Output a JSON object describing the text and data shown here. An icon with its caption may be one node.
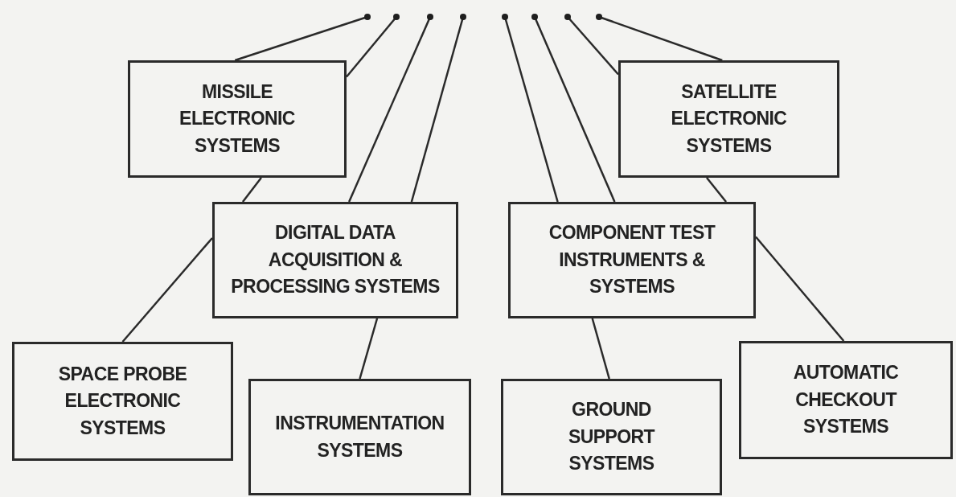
{
  "diagram": {
    "nodes": [
      {
        "text": [],
        "shape": "circle"
      },
      {
        "text": [],
        "shape": "circle"
      },
      {
        "text": [],
        "shape": "circle"
      },
      {
        "text": [],
        "shape": "circle"
      },
      {
        "text": [],
        "shape": "circle"
      },
      {
        "text": [],
        "shape": "circle"
      },
      {
        "text": [],
        "shape": "circle"
      },
      {
        "text": [],
        "shape": "circle"
      },
      {
        "text": [
          "MISSILE ELECTRONIC SYSTEMS"
        ]
      },
      {
        "text": [
          "SATELLITE ELECTRONIC SYSTEMS"
        ]
      },
      {
        "text": [
          "DIGITAL DATA ACQUISITION & PROCESSING SYSTEMS"
        ]
      },
      {
        "text": [
          "COMPONENT TEST INSTRUMENTS & SYSTEMS"
        ]
      },
      {
        "text": [
          "SPACE PROBE ELECTRONIC SYSTEMS"
        ]
      },
      {
        "text": [
          "INSTRUMENTATION SYSTEMS"
        ]
      },
      {
        "text": [
          "GROUND SUPPORT SYSTEMS"
        ]
      },
      {
        "text": [
          "AUTOMATIC CHECKOUT SYSTEMS"
        ]
      }
    ],
    "edges": [
      {
        "from": 0,
        "to": 8,
        "arrow": "none"
      },
      {
        "from": 1,
        "to": 8,
        "arrow": "none"
      },
      {
        "from": 2,
        "to": 10,
        "arrow": "none"
      },
      {
        "from": 3,
        "to": 10,
        "arrow": "none"
      },
      {
        "from": 4,
        "to": 11,
        "arrow": "none"
      },
      {
        "from": 5,
        "to": 11,
        "arrow": "none"
      },
      {
        "from": 6,
        "to": 9,
        "arrow": "none"
      },
      {
        "from": 7,
        "to": 9,
        "arrow": "none"
      },
      {
        "from": 8,
        "to": 10,
        "arrow": "none"
      },
      {
        "from": 9,
        "to": 11,
        "arrow": "none"
      },
      {
        "from": 10,
        "to": 12,
        "arrow": "none"
      },
      {
        "from": 10,
        "to": 13,
        "arrow": "none"
      },
      {
        "from": 11,
        "to": 14,
        "arrow": "none"
      },
      {
        "from": 11,
        "to": 15,
        "arrow": "none"
      }
    ]
  }
}
